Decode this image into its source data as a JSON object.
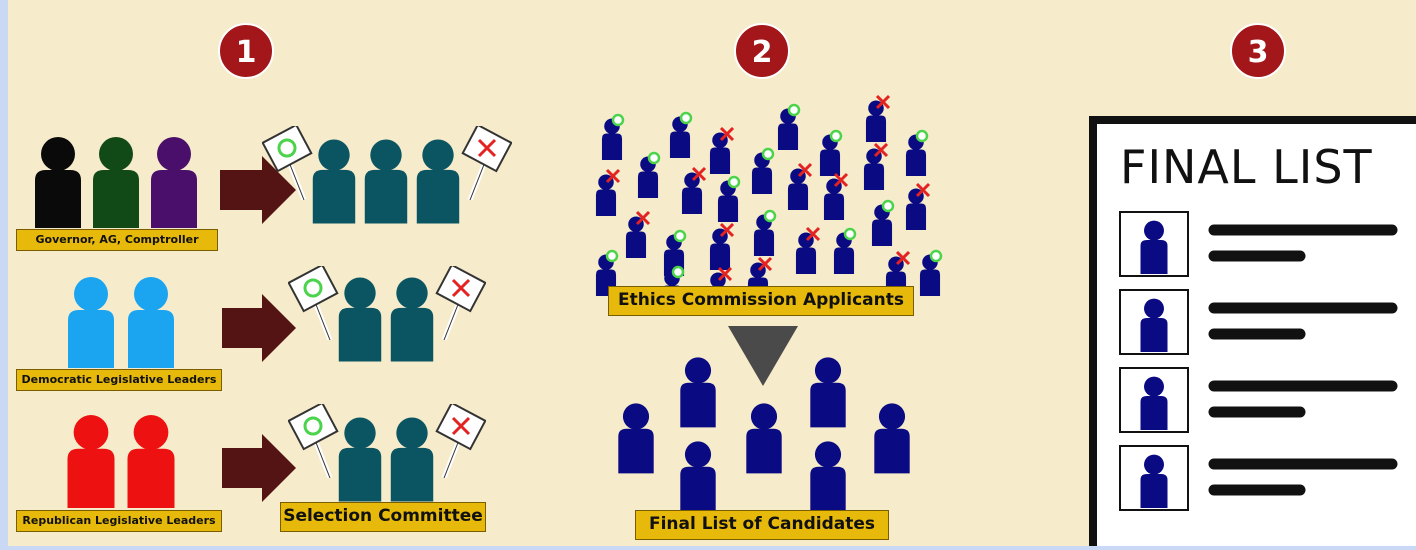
{
  "step_numbers": [
    "1",
    "2",
    "3"
  ],
  "labels": {
    "governor_group": "Governor, AG, Comptroller",
    "democratic_group": "Democratic Legislative Leaders",
    "republican_group": "Republican Legislative Leaders",
    "selection_committee": "Selection Committee",
    "applicants": "Ethics Commission Applicants",
    "final_candidates": "Final List of Candidates",
    "final_list_title": "FINAL LIST"
  },
  "colors": {
    "background": "#f6eccb",
    "accent_gold": "#e6b90b",
    "step_circle": "#a3171b",
    "arrow_dark": "#541414",
    "governor_black": "#0a0a0a",
    "ag_green": "#124a17",
    "comptroller_purple": "#4a0f6b",
    "democratic_blue": "#1ba4f0",
    "republican_red": "#ee1111",
    "committee_teal": "#0b5563",
    "applicant_navy": "#0a0a82",
    "approve_green": "#4bd44b",
    "reject_red": "#e32222",
    "down_triangle_gray": "#4a4a4a"
  },
  "icons": [
    "person-icon",
    "approve-sign-icon",
    "reject-sign-icon",
    "right-arrow-icon",
    "down-arrow-icon",
    "document-icon"
  ]
}
